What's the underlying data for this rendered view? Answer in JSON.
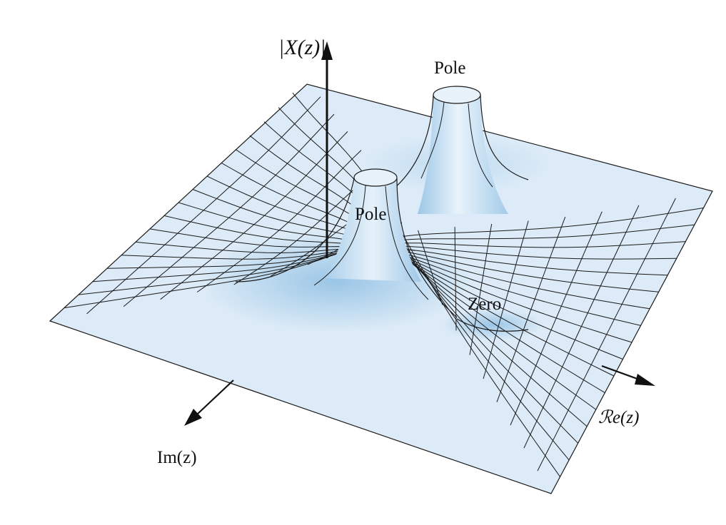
{
  "labels": {
    "magnitude_axis": "|X(z)|",
    "real_axis": "ℛe(z)",
    "imag_axis": "Im(z)",
    "pole_upper": "Pole",
    "pole_lower": "Pole",
    "zero": "Zero"
  },
  "colors": {
    "surface_fill": "#dcebf7",
    "surface_shade": "#aacde8",
    "grid_line": "#1a1a1a",
    "axis": "#111111"
  }
}
